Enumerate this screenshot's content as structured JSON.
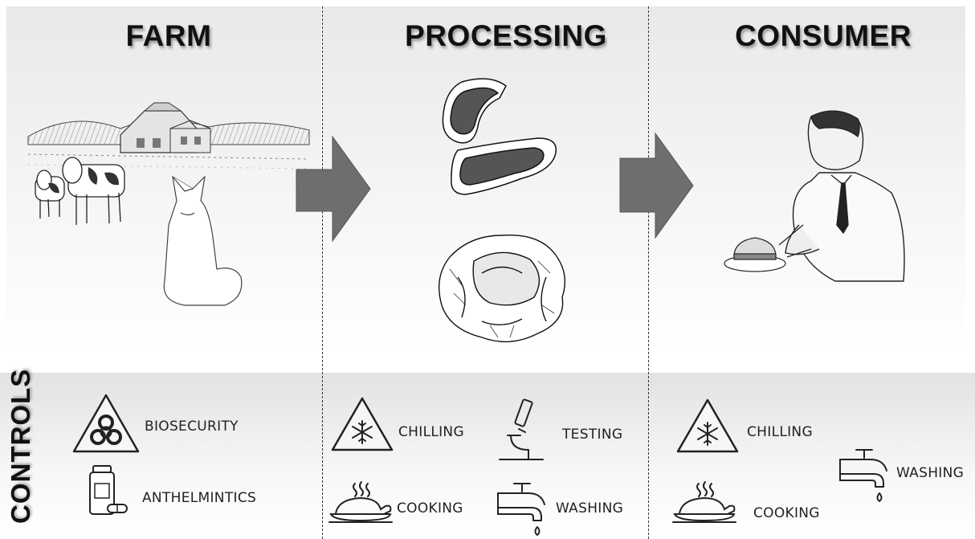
{
  "stages": [
    {
      "title": "FARM"
    },
    {
      "title": "PROCESSING"
    },
    {
      "title": "CONSUMER"
    }
  ],
  "controls_label": "CONTROLS",
  "controls": {
    "farm": [
      "BIOSECURITY",
      "ANTHELMINTICS"
    ],
    "processing": [
      "CHILLING",
      "TESTING",
      "COOKING",
      "WASHING"
    ],
    "consumer": [
      "CHILLING",
      "WASHING",
      "COOKING"
    ]
  },
  "icons": [
    "biohazard-icon",
    "medicine-icon",
    "snowflake-icon",
    "microscope-icon",
    "cooked-chicken-icon",
    "faucet-icon"
  ],
  "colors": {
    "arrow": "#6e6e6e",
    "panel": "#e9e9e9"
  }
}
